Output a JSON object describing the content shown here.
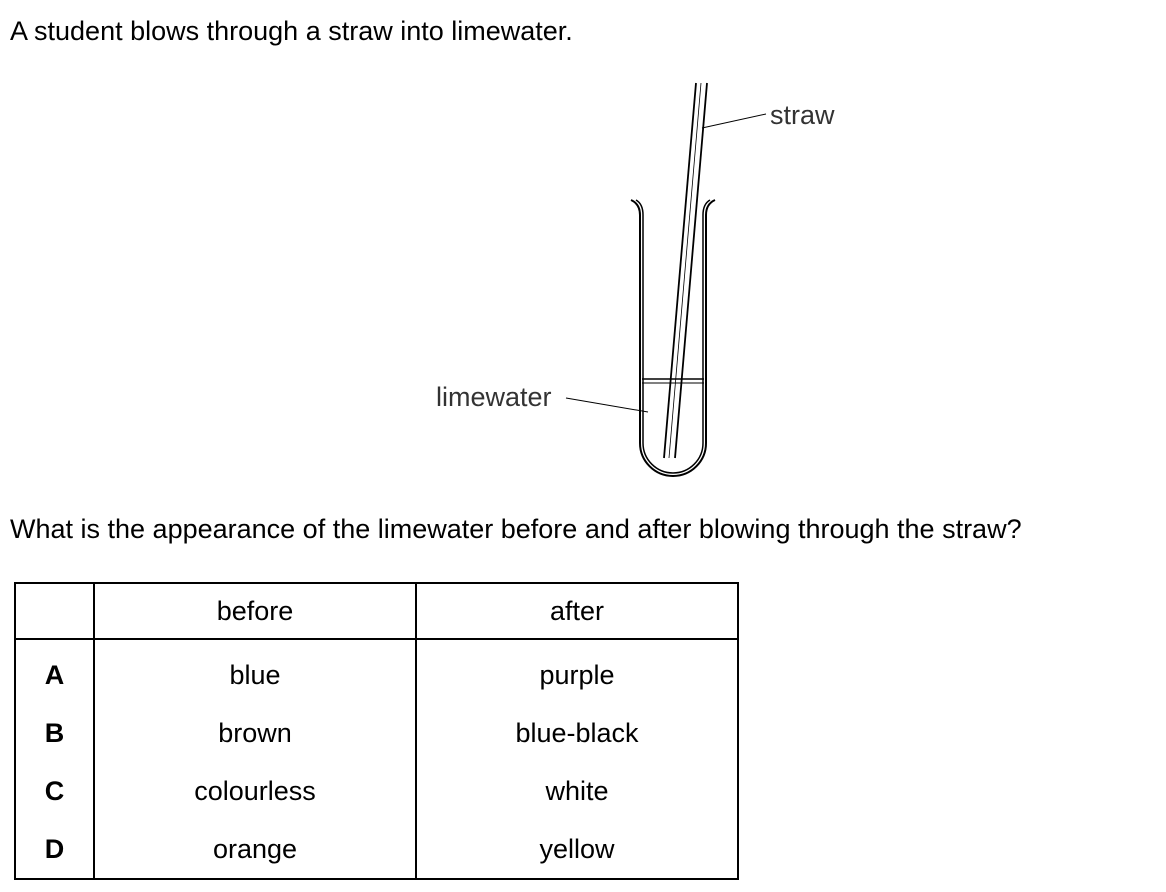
{
  "intro_text": "A student blows through a straw into limewater.",
  "diagram": {
    "label_straw": "straw",
    "label_limewater": "limewater"
  },
  "question_text": "What is the appearance of the limewater before and after blowing through the straw?",
  "table": {
    "headers": {
      "key": "",
      "before": "before",
      "after": "after"
    },
    "rows": [
      {
        "key": "A",
        "before": "blue",
        "after": "purple"
      },
      {
        "key": "B",
        "before": "brown",
        "after": "blue-black"
      },
      {
        "key": "C",
        "before": "colourless",
        "after": "white"
      },
      {
        "key": "D",
        "before": "orange",
        "after": "yellow"
      }
    ]
  }
}
